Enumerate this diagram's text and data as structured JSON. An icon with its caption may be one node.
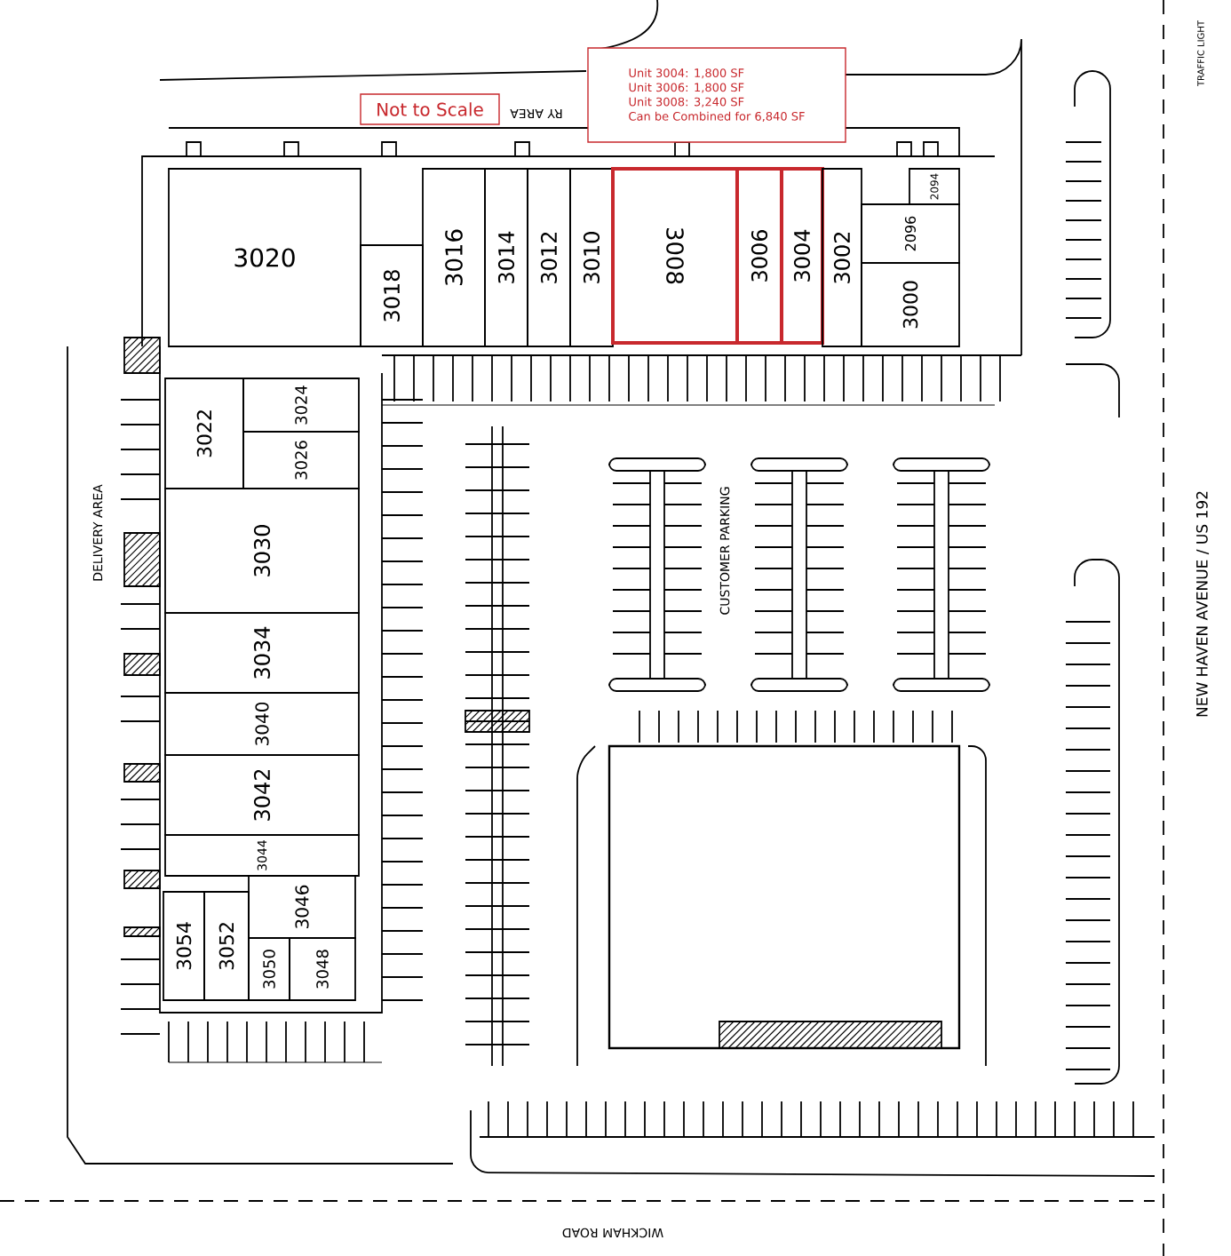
{
  "diagram": {
    "nodes": [
      {
        "text": [
          "Not to Scale"
        ]
      },
      {
        "text": [
          "Unit 3004: 1,800 SF",
          "Unit 3006: 1,800 SF",
          "Unit 3008: 3,240 SF",
          "Can be Combined for 6,840 SF"
        ]
      },
      {
        "text": [
          "3020"
        ]
      },
      {
        "text": [
          "3018"
        ]
      },
      {
        "text": [
          "3016"
        ]
      },
      {
        "text": [
          "3014"
        ]
      },
      {
        "text": [
          "3012"
        ]
      },
      {
        "text": [
          "3010"
        ]
      },
      {
        "text": [
          "3008"
        ]
      },
      {
        "text": [
          "3006"
        ]
      },
      {
        "text": [
          "3004"
        ]
      },
      {
        "text": [
          "3002"
        ]
      },
      {
        "text": [
          "2094"
        ]
      },
      {
        "text": [
          "2096"
        ]
      },
      {
        "text": [
          "3000"
        ]
      },
      {
        "text": [
          "3022"
        ]
      },
      {
        "text": [
          "3024"
        ]
      },
      {
        "text": [
          "3026"
        ]
      },
      {
        "text": [
          "3030"
        ]
      },
      {
        "text": [
          "3034"
        ]
      },
      {
        "text": [
          "3040"
        ]
      },
      {
        "text": [
          "3042"
        ]
      },
      {
        "text": [
          "3044"
        ]
      },
      {
        "text": [
          "3054"
        ]
      },
      {
        "text": [
          "3052"
        ]
      },
      {
        "text": [
          "3046"
        ]
      },
      {
        "text": [
          "3050"
        ]
      },
      {
        "text": [
          "3048"
        ]
      },
      {
        "text": [],
        "shape": "box"
      }
    ],
    "edges": [],
    "labels": [
      "RY AREA",
      "DELIVERY AREA",
      "CUSTOMER PARKING",
      "NEW HAVEN AVENUE / US 192",
      "TRAFFIC LIGHT",
      "WICKHAM ROAD"
    ]
  }
}
